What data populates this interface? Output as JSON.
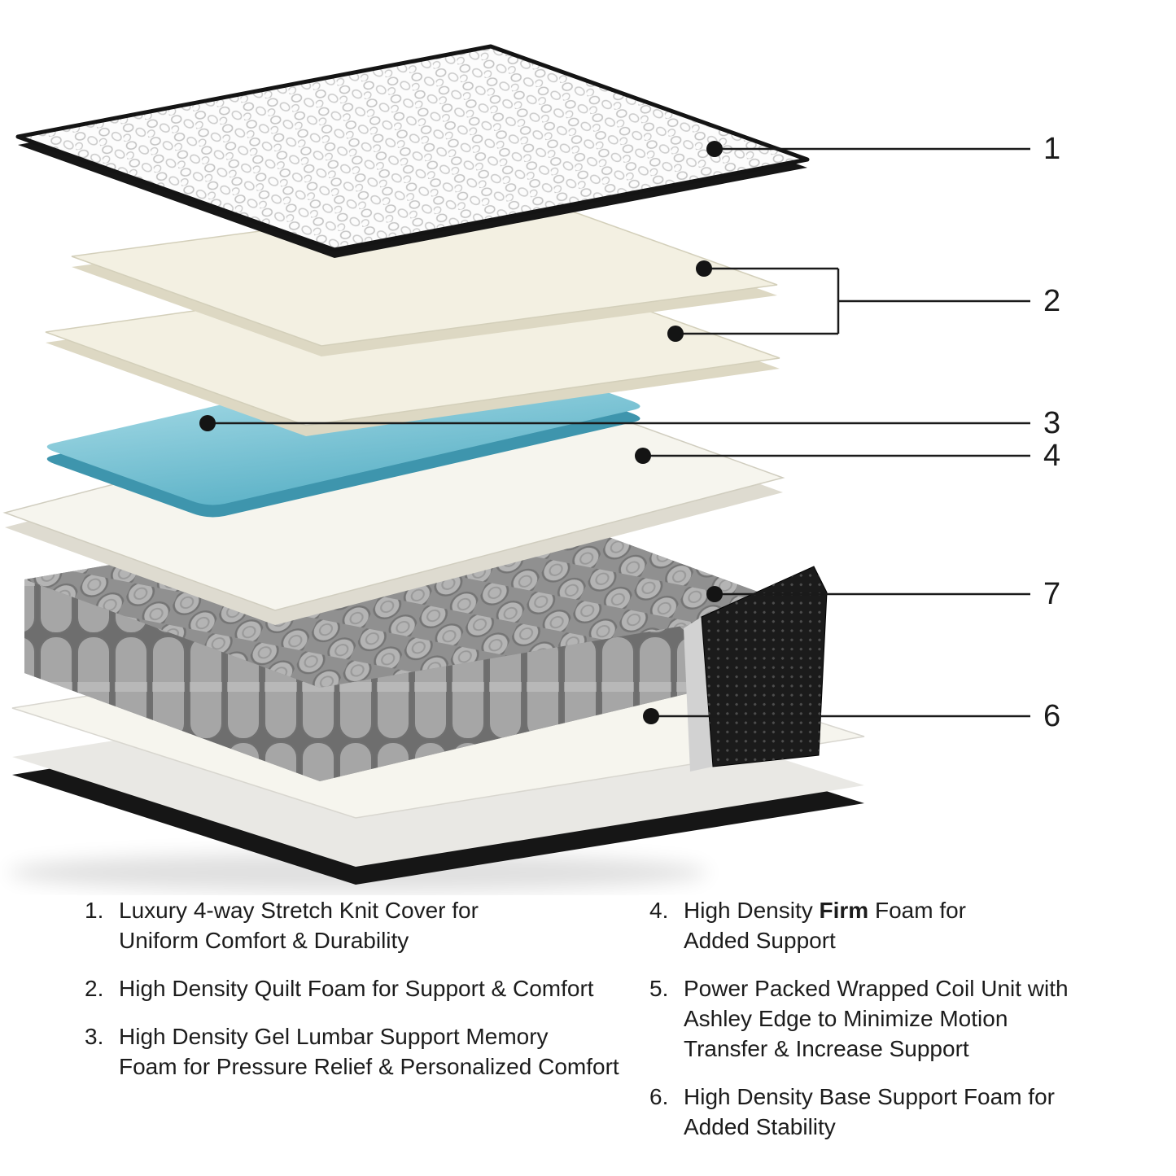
{
  "colors": {
    "gel_light": "#b9e5ee",
    "gel_dark": "#55aec4",
    "gel_side": "#3e95ad",
    "foam_top": "#f3f0e2",
    "foam_side": "#ddd8c3",
    "slab_top": "#f6f5ee",
    "coil_gray": "#909090",
    "binding_black": "#161616",
    "line_color": "#1a1a1a"
  },
  "callouts": [
    {
      "num": "1"
    },
    {
      "num": "2"
    },
    {
      "num": "3"
    },
    {
      "num": "4"
    },
    {
      "num": "7"
    },
    {
      "num": "6"
    }
  ],
  "legend": {
    "left": [
      {
        "num": "1.",
        "text": "Luxury 4-way Stretch Knit Cover for\nUniform Comfort & Durability"
      },
      {
        "num": "2.",
        "text": "High Density Quilt Foam for Support & Comfort"
      },
      {
        "num": "3.",
        "text": "High Density Gel Lumbar Support Memory\nFoam for Pressure Relief & Personalized Comfort"
      }
    ],
    "right": [
      {
        "num": "4.",
        "pre": "High Density ",
        "bold": "Firm",
        "post": " Foam for\nAdded Support"
      },
      {
        "num": "5.",
        "text": "Power Packed Wrapped Coil Unit with\nAshley Edge to Minimize Motion\nTransfer & Increase Support"
      },
      {
        "num": "6.",
        "text": "High Density Base Support Foam for\nAdded Stability"
      }
    ]
  }
}
